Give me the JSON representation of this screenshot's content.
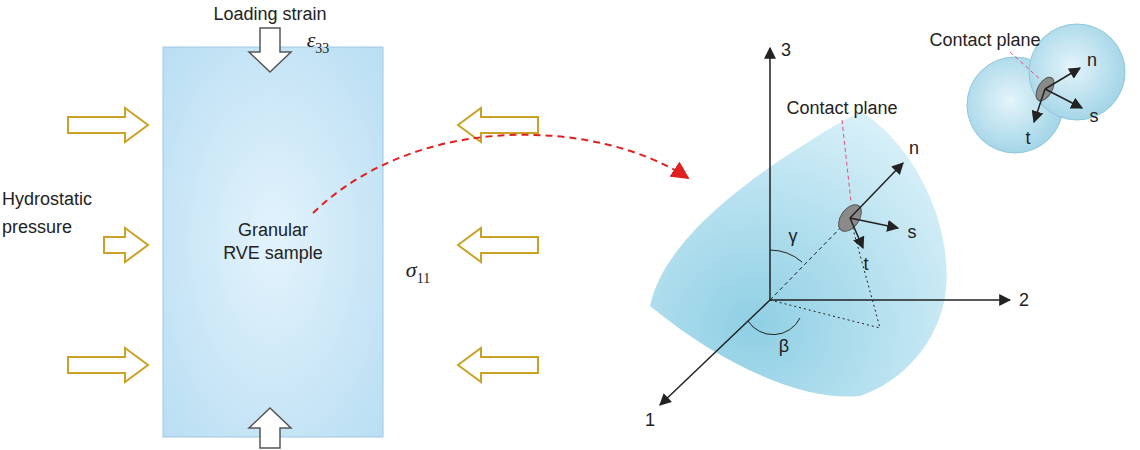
{
  "diagram": {
    "nodes": [
      {
        "text": [
          "Granular RVE sample"
        ]
      }
    ],
    "labels": [
      "Loading strain",
      "ε33",
      "Hydrostatic pressure",
      "σ11",
      "3",
      "2",
      "1",
      "γ",
      "β",
      "Contact plane",
      "n",
      "s",
      "t",
      "Contact plane",
      "n",
      "s",
      "t"
    ]
  }
}
